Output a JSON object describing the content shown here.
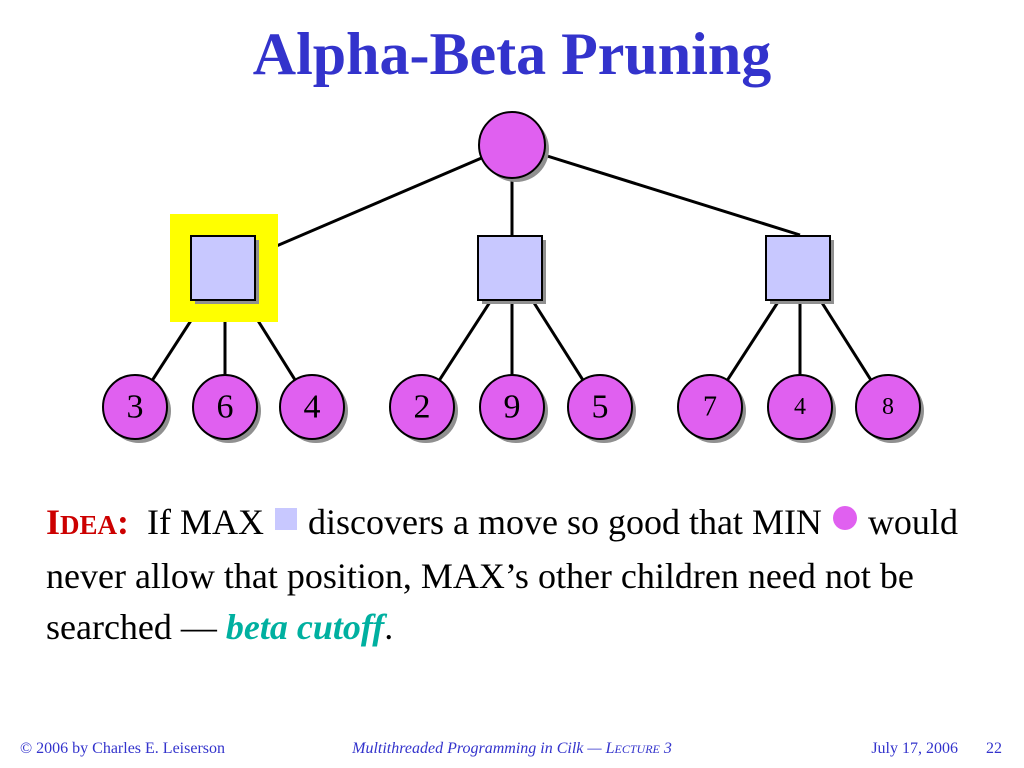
{
  "title": "Alpha-Beta Pruning",
  "tree": {
    "leaves": [
      "3",
      "6",
      "4",
      "2",
      "9",
      "5",
      "7",
      "4",
      "8"
    ],
    "colors": {
      "min_node": "#e060f0",
      "max_node": "#c8c8ff",
      "highlight": "#ffff00",
      "shadow": "#909090"
    }
  },
  "idea": {
    "tag_first": "I",
    "tag_rest": "DEA",
    "tag_colon": ":",
    "text_1": "If MAX",
    "text_2": "discovers a move so good that",
    "text_3": "MIN",
    "text_4": "would never allow that position, MAX’s other children need not be searched —",
    "emphasis": "beta cutoff",
    "period": "."
  },
  "footer": {
    "copyright": "© 2006 by Charles E. Leiserson",
    "course_pre": "Multithreaded Programming in Cilk — L",
    "course_sc": "ECTURE",
    "course_num": " 3",
    "date": "July 17, 2006",
    "page": "22"
  }
}
